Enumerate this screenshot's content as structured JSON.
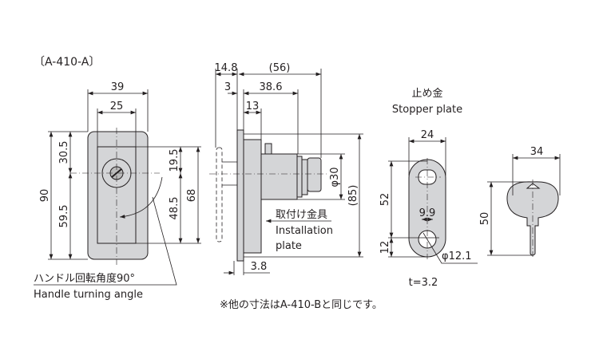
{
  "title": "〔A-410-A〕",
  "front_view": {
    "dims": {
      "width_outer": "39",
      "width_inner": "25",
      "height_total": "90",
      "upper": "30.5",
      "lower": "59.5",
      "inner_upper": "19.5",
      "inner_lower": "48.5",
      "inner_height": "68"
    },
    "label_jp": "ハンドル回転角度90°",
    "label_en": "Handle turning angle"
  },
  "side_view": {
    "dims": {
      "knob": "14.8",
      "overall": "(56)",
      "flange": "3",
      "body_to_nut": "38.6",
      "body": "13",
      "diameter": "φ30",
      "height": "(85)",
      "plate": "3.8"
    },
    "label_jp": "取付け金具",
    "label_en_1": "Installation",
    "label_en_2": "plate"
  },
  "stopper": {
    "label_jp": "止め金",
    "label_en": "Stopper plate",
    "dims": {
      "width": "24",
      "length": "52",
      "end": "12",
      "slot": "9.9",
      "hole": "φ12.1"
    },
    "thickness": "t=3.2"
  },
  "key": {
    "dims": {
      "width": "34",
      "length": "50"
    }
  },
  "footnote": "※他の寸法はA-410-Bと同じです。"
}
